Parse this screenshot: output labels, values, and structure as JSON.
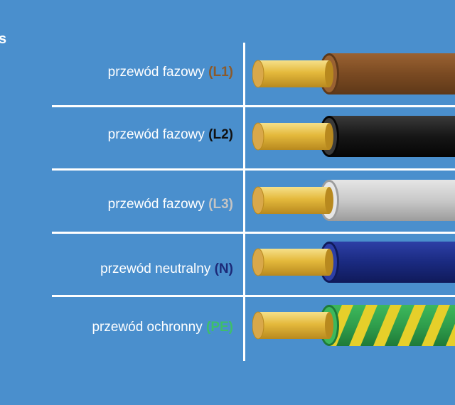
{
  "header": {
    "corner_text": "s"
  },
  "wires": [
    {
      "label": "przewód fazowy",
      "code": "(L1)",
      "code_color": "#8b5a2b",
      "insulation": "#7a4a22",
      "insulation_light": "#9a6232",
      "insulation_dark": "#5e3818",
      "stripe": null
    },
    {
      "label": "przewód fazowy",
      "code": "(L2)",
      "code_color": "#111111",
      "insulation": "#161616",
      "insulation_light": "#3a3a3a",
      "insulation_dark": "#050505",
      "stripe": null
    },
    {
      "label": "przewód fazowy",
      "code": "(L3)",
      "code_color": "#c4c4c4",
      "insulation": "#c9c9c9",
      "insulation_light": "#e6e6e6",
      "insulation_dark": "#9c9c9c",
      "stripe": null
    },
    {
      "label": "przewód neutralny",
      "code": "(N)",
      "code_color": "#1c2a78",
      "insulation": "#1a2a80",
      "insulation_light": "#2d3fa6",
      "insulation_dark": "#101a5a",
      "stripe": null
    },
    {
      "label": "przewód ochronny",
      "code": "(PE)",
      "code_color": "#3dbf6a",
      "insulation": "#2f9e4c",
      "insulation_light": "#3db85c",
      "insulation_dark": "#1f7a38",
      "stripe": "#e6cf2a"
    }
  ],
  "colors": {
    "background": "#4a8fcd",
    "divider": "#ffffff",
    "copper_light": "#f6e08a",
    "copper_mid": "#e4b93c",
    "copper_dark": "#b8891e",
    "copper_face": "#d9a84a"
  }
}
